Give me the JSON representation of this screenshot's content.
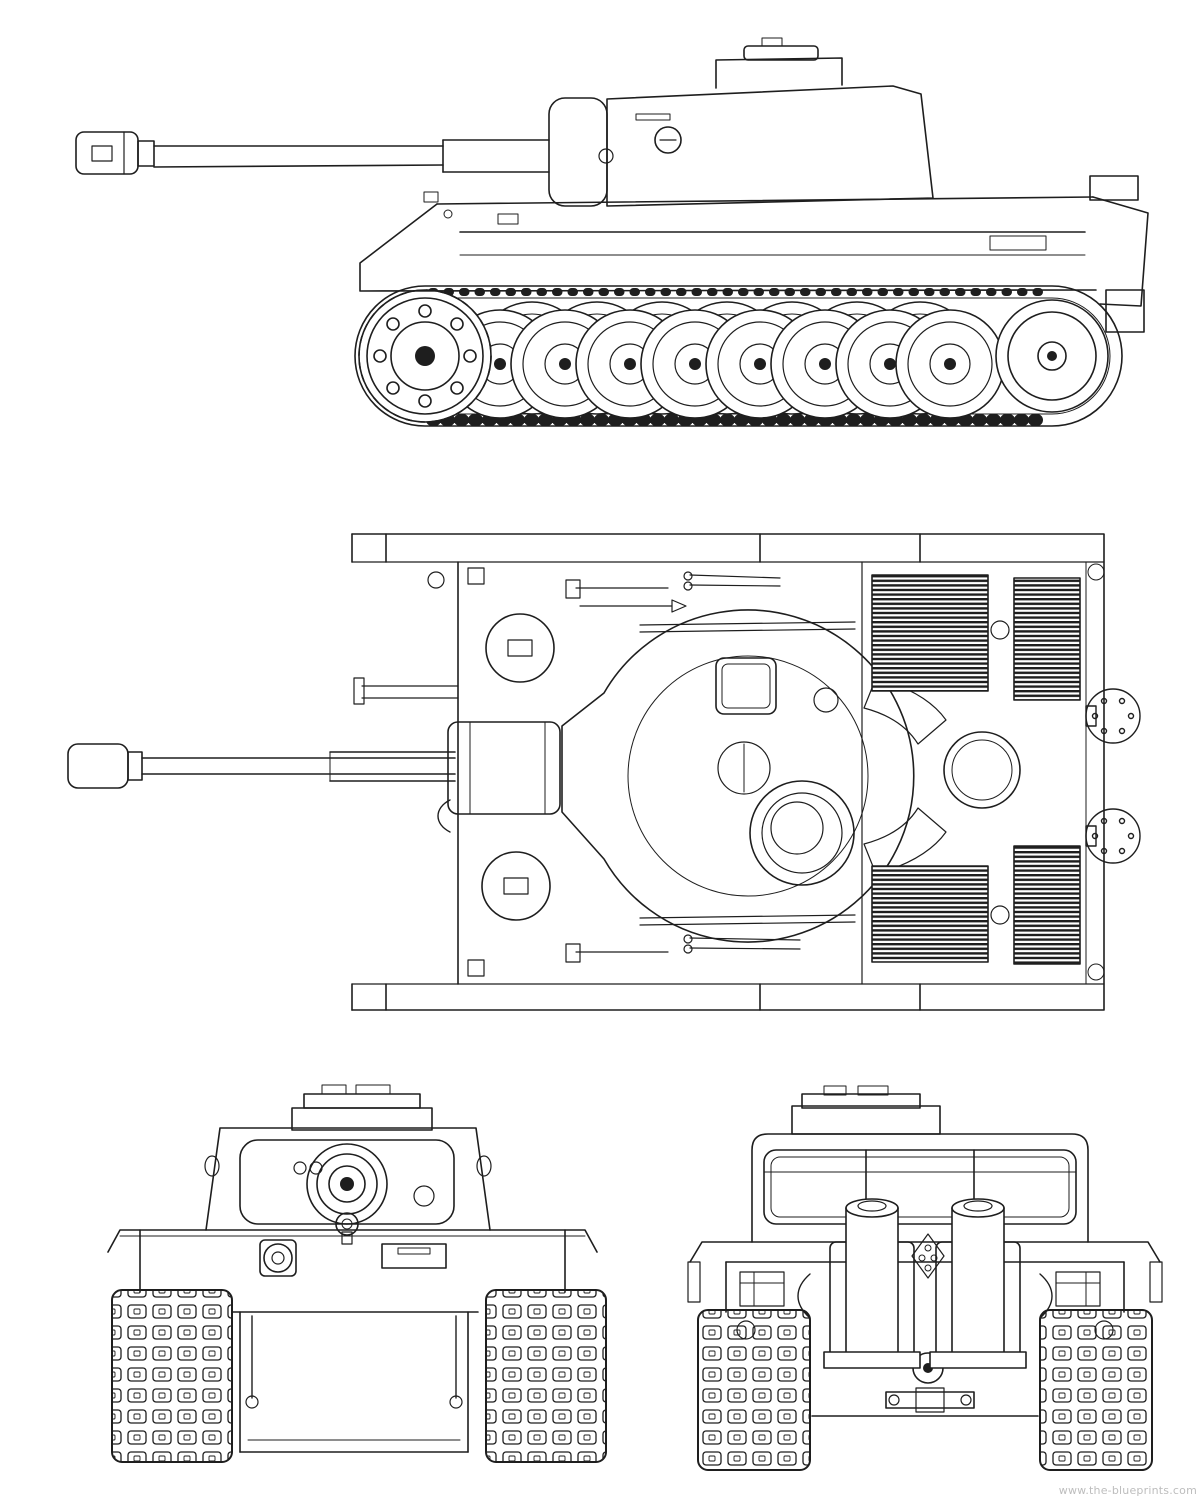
{
  "page": {
    "background": "#ffffff",
    "ink": "#1e1e1e",
    "watermark_color": "#bdbdbd"
  },
  "diagram": {
    "views": {
      "side": "side-profile-view",
      "top": "top-plan-view",
      "front": "front-view",
      "rear": "rear-view"
    }
  },
  "watermark": {
    "text": "www.the-blueprints.com"
  }
}
